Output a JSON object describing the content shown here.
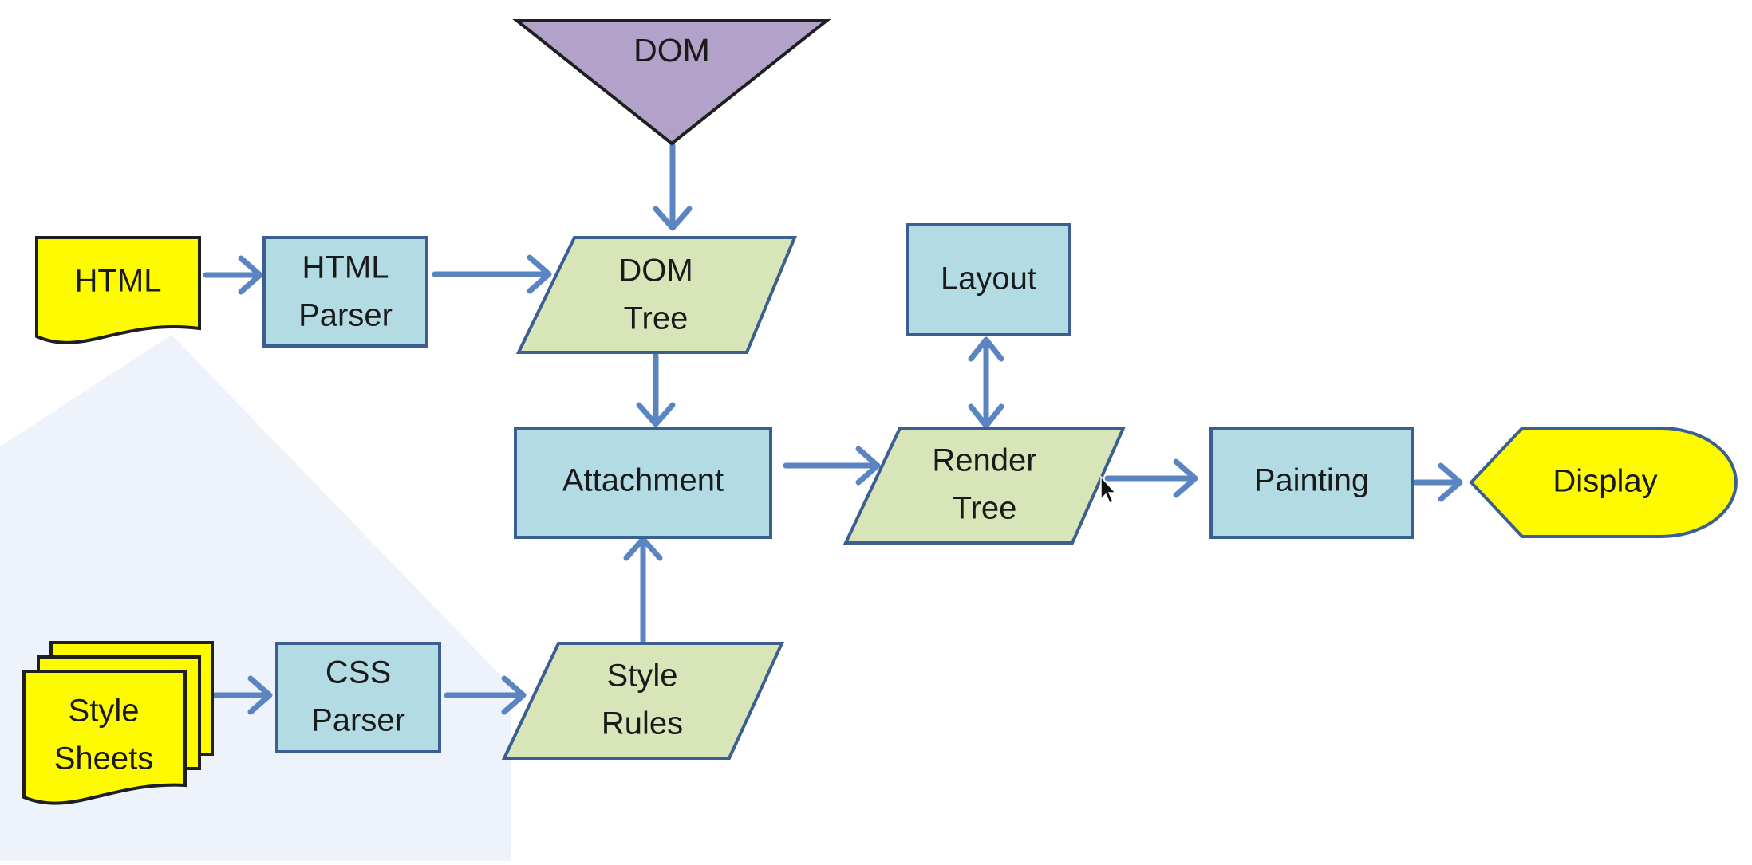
{
  "nodes": {
    "dom": "DOM",
    "html": "HTML",
    "html_parser": [
      "HTML",
      "Parser"
    ],
    "dom_tree": [
      "DOM",
      "Tree"
    ],
    "layout": "Layout",
    "attachment": "Attachment",
    "render_tree": [
      "Render",
      "Tree"
    ],
    "painting": "Painting",
    "display": "Display",
    "style_sheets": [
      "Style",
      "Sheets"
    ],
    "css_parser": [
      "CSS",
      "Parser"
    ],
    "style_rules": [
      "Style",
      "Rules"
    ]
  },
  "colors": {
    "document_yellow": "#fefa00",
    "process_blue": "#b2dbe4",
    "data_green": "#d7e5b8",
    "merge_purple": "#b2a1c9",
    "arrow_blue": "#5a84c2",
    "outline": "#3b5f91",
    "background_watermark": "#eef2fa"
  },
  "icons": {
    "cursor": "mouse-pointer-icon"
  }
}
